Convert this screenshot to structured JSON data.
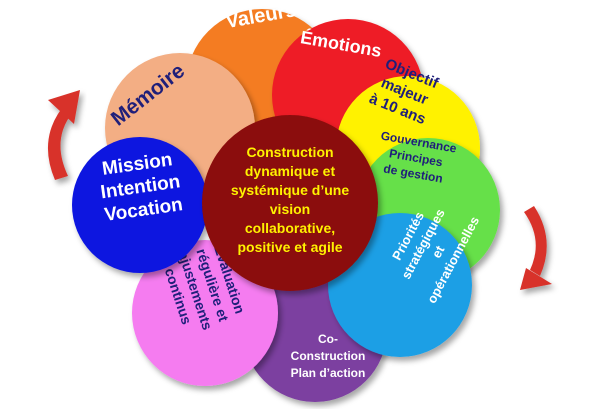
{
  "petals": [
    {
      "id": "valeurs",
      "lines": [
        "Valeurs"
      ],
      "fill": "#F47B20",
      "text_color": "#FFFFFF"
    },
    {
      "id": "emotions",
      "lines": [
        "Émotions"
      ],
      "fill": "#EE1C25",
      "text_color": "#FFFFFF"
    },
    {
      "id": "memoire",
      "lines": [
        "Mémoire"
      ],
      "fill": "#F3AE84",
      "text_color": "#1F1F7A"
    },
    {
      "id": "objectif",
      "lines": [
        "Objectif",
        "majeur",
        "à 10 ans"
      ],
      "fill": "#FFF200",
      "text_color": "#1F1F7A"
    },
    {
      "id": "gouvernance",
      "lines": [
        "Gouvernance",
        "Principes",
        "de gestion"
      ],
      "fill": "#66E04A",
      "text_color": "#1F1F7A"
    },
    {
      "id": "co-construction",
      "lines": [
        "Co-",
        "Construction",
        "Plan d’action"
      ],
      "fill": "#7B3FA0",
      "text_color": "#FFFFFF"
    },
    {
      "id": "evaluation",
      "lines": [
        "Évaluation",
        "régulière et",
        "ajustements",
        "continus"
      ],
      "fill": "#F57CF0",
      "text_color": "#1F1F7A"
    },
    {
      "id": "priorites",
      "lines": [
        "Priorités",
        "stratégiques",
        "et",
        "opérationnelles"
      ],
      "fill": "#1E9FE5",
      "text_color": "#FFFFFF"
    },
    {
      "id": "mission",
      "lines": [
        "Mission",
        "Intention",
        "Vocation"
      ],
      "fill": "#0B15E0",
      "text_color": "#FFFFFF"
    }
  ],
  "center": {
    "lines": [
      "Construction",
      "dynamique et",
      "systémique d’une",
      "vision",
      "collaborative,",
      "positive et agile"
    ],
    "fill": "#8B0A0A",
    "text_color": "#FFF200"
  },
  "arrow_color": "#D8322A"
}
